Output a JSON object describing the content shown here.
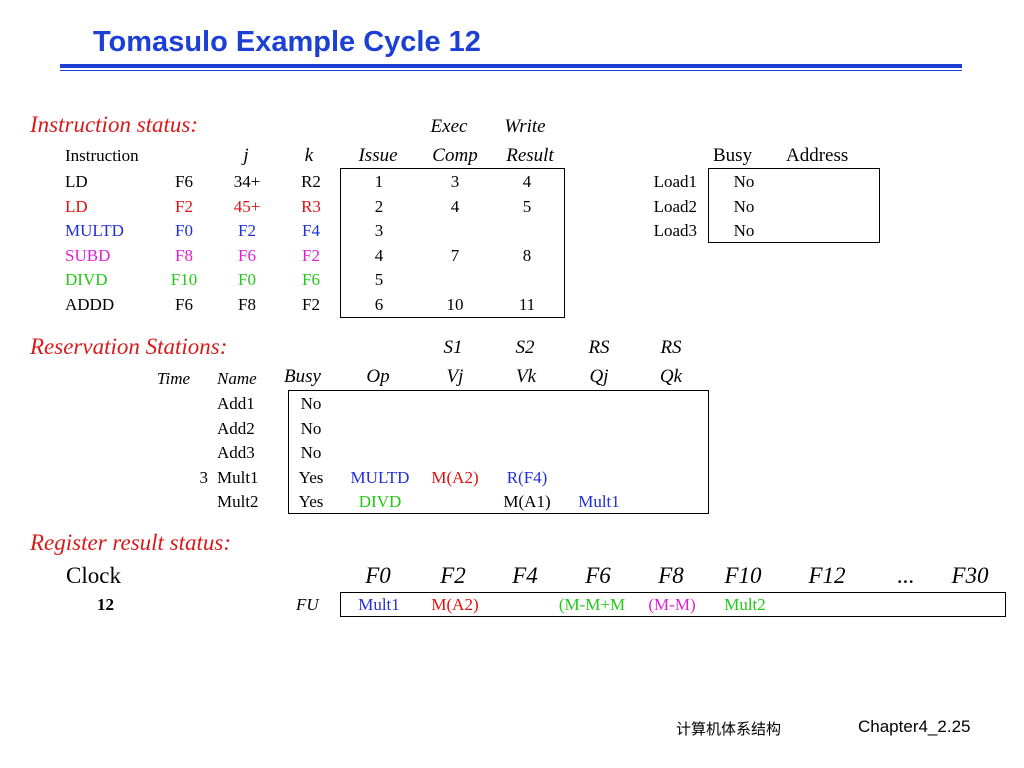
{
  "title": "Tomasulo Example Cycle 12",
  "colors": {
    "title": "#1c3fd6",
    "section": "#d71a1a",
    "red": "#e01010",
    "blue": "#1f2fd9",
    "magenta": "#e21fd8",
    "green": "#22c916",
    "black": "#000000"
  },
  "instruction_status": {
    "label": "Instruction status:",
    "header_top": {
      "exec": "Exec",
      "write": "Write"
    },
    "headers": {
      "instruction": "Instruction",
      "j": "j",
      "k": "k",
      "issue": "Issue",
      "comp": "Comp",
      "result": "Result"
    },
    "rows": [
      {
        "op": "LD",
        "j": "F6",
        "k": "34+",
        "reg": "R2",
        "issue": "1",
        "comp": "3",
        "result": "4",
        "color": "#000000"
      },
      {
        "op": "LD",
        "j": "F2",
        "k": "45+",
        "reg": "R3",
        "issue": "2",
        "comp": "4",
        "result": "5",
        "color": "#e01010"
      },
      {
        "op": "MULTD",
        "j": "F0",
        "k": "F2",
        "reg": "F4",
        "issue": "3",
        "comp": "",
        "result": "",
        "color": "#1f2fd9"
      },
      {
        "op": "SUBD",
        "j": "F8",
        "k": "F6",
        "reg": "F2",
        "issue": "4",
        "comp": "7",
        "result": "8",
        "color": "#e21fd8"
      },
      {
        "op": "DIVD",
        "j": "F10",
        "k": "F0",
        "reg": "F6",
        "issue": "5",
        "comp": "",
        "result": "",
        "color": "#22c916"
      },
      {
        "op": "ADDD",
        "j": "F6",
        "k": "F8",
        "reg": "F2",
        "issue": "6",
        "comp": "10",
        "result": "11",
        "color": "#000000"
      }
    ]
  },
  "load_buffers": {
    "headers": {
      "busy": "Busy",
      "address": "Address"
    },
    "rows": [
      {
        "name": "Load1",
        "busy": "No",
        "address": ""
      },
      {
        "name": "Load2",
        "busy": "No",
        "address": ""
      },
      {
        "name": "Load3",
        "busy": "No",
        "address": ""
      }
    ]
  },
  "reservation_stations": {
    "label": "Reservation Stations:",
    "header_top": {
      "s1": "S1",
      "s2": "S2",
      "rs1": "RS",
      "rs2": "RS"
    },
    "headers": {
      "time": "Time",
      "name": "Name",
      "busy": "Busy",
      "op": "Op",
      "vj": "Vj",
      "vk": "Vk",
      "qj": "Qj",
      "qk": "Qk"
    },
    "rows": [
      {
        "time": "",
        "name": "Add1",
        "busy": "No",
        "op": "",
        "vj": "",
        "vk": "",
        "qj": "",
        "qk": ""
      },
      {
        "time": "",
        "name": "Add2",
        "busy": "No",
        "op": "",
        "vj": "",
        "vk": "",
        "qj": "",
        "qk": ""
      },
      {
        "time": "",
        "name": "Add3",
        "busy": "No",
        "op": "",
        "vj": "",
        "vk": "",
        "qj": "",
        "qk": ""
      },
      {
        "time": "3",
        "name": "Mult1",
        "busy": "Yes",
        "op": "MULTD",
        "vj": "M(A2)",
        "vk": "R(F4)",
        "qj": "",
        "qk": ""
      },
      {
        "time": "",
        "name": "Mult2",
        "busy": "Yes",
        "op": "DIVD",
        "vj": "",
        "vk": "M(A1)",
        "qj": "Mult1",
        "qk": ""
      }
    ]
  },
  "register_status": {
    "label": "Register result status:",
    "clock_label": "Clock",
    "clock_value": "12",
    "fu_label": "FU",
    "registers": [
      "F0",
      "F2",
      "F4",
      "F6",
      "F8",
      "F10",
      "F12",
      "...",
      "F30"
    ],
    "fu_values": [
      {
        "reg": "F0",
        "value": "Mult1",
        "color": "#1f2fd9"
      },
      {
        "reg": "F2",
        "value": "M(A2)",
        "color": "#e01010"
      },
      {
        "reg": "F4",
        "value": "",
        "color": "#000000"
      },
      {
        "reg": "F6",
        "value": "(M-M+M",
        "color": "#22c916"
      },
      {
        "reg": "F8",
        "value": "(M-M)",
        "color": "#e21fd8"
      },
      {
        "reg": "F10",
        "value": "Mult2",
        "color": "#22c916"
      }
    ]
  },
  "footer": {
    "course": "计算机体系结构",
    "page": "Chapter4_2.25"
  }
}
